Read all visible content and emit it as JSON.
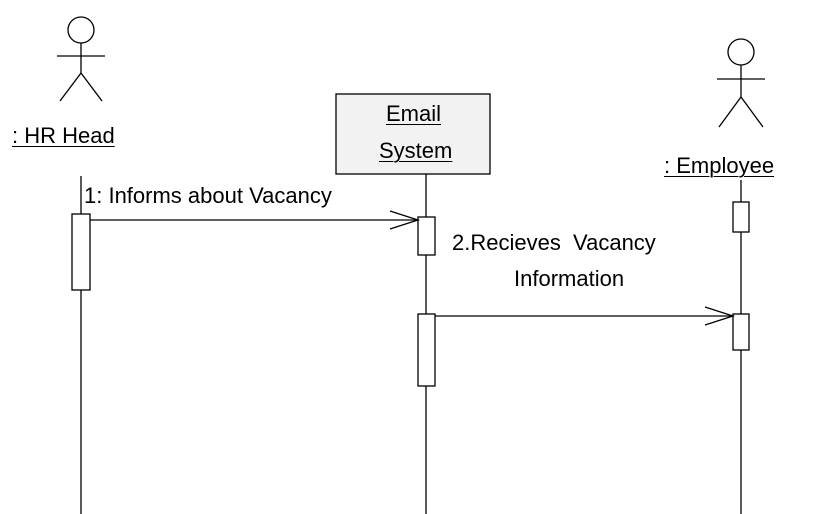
{
  "participants": {
    "hr_head": {
      "label": ": HR Head",
      "kind": "actor"
    },
    "email_system": {
      "label_line1": "Email",
      "label_line2": "System",
      "kind": "object"
    },
    "employee": {
      "label": ": Employee",
      "kind": "actor"
    }
  },
  "messages": {
    "m1": {
      "label": "1: Informs about Vacancy"
    },
    "m2": {
      "label_line1": "2.Recieves  Vacancy",
      "label_line2": "Information"
    }
  }
}
